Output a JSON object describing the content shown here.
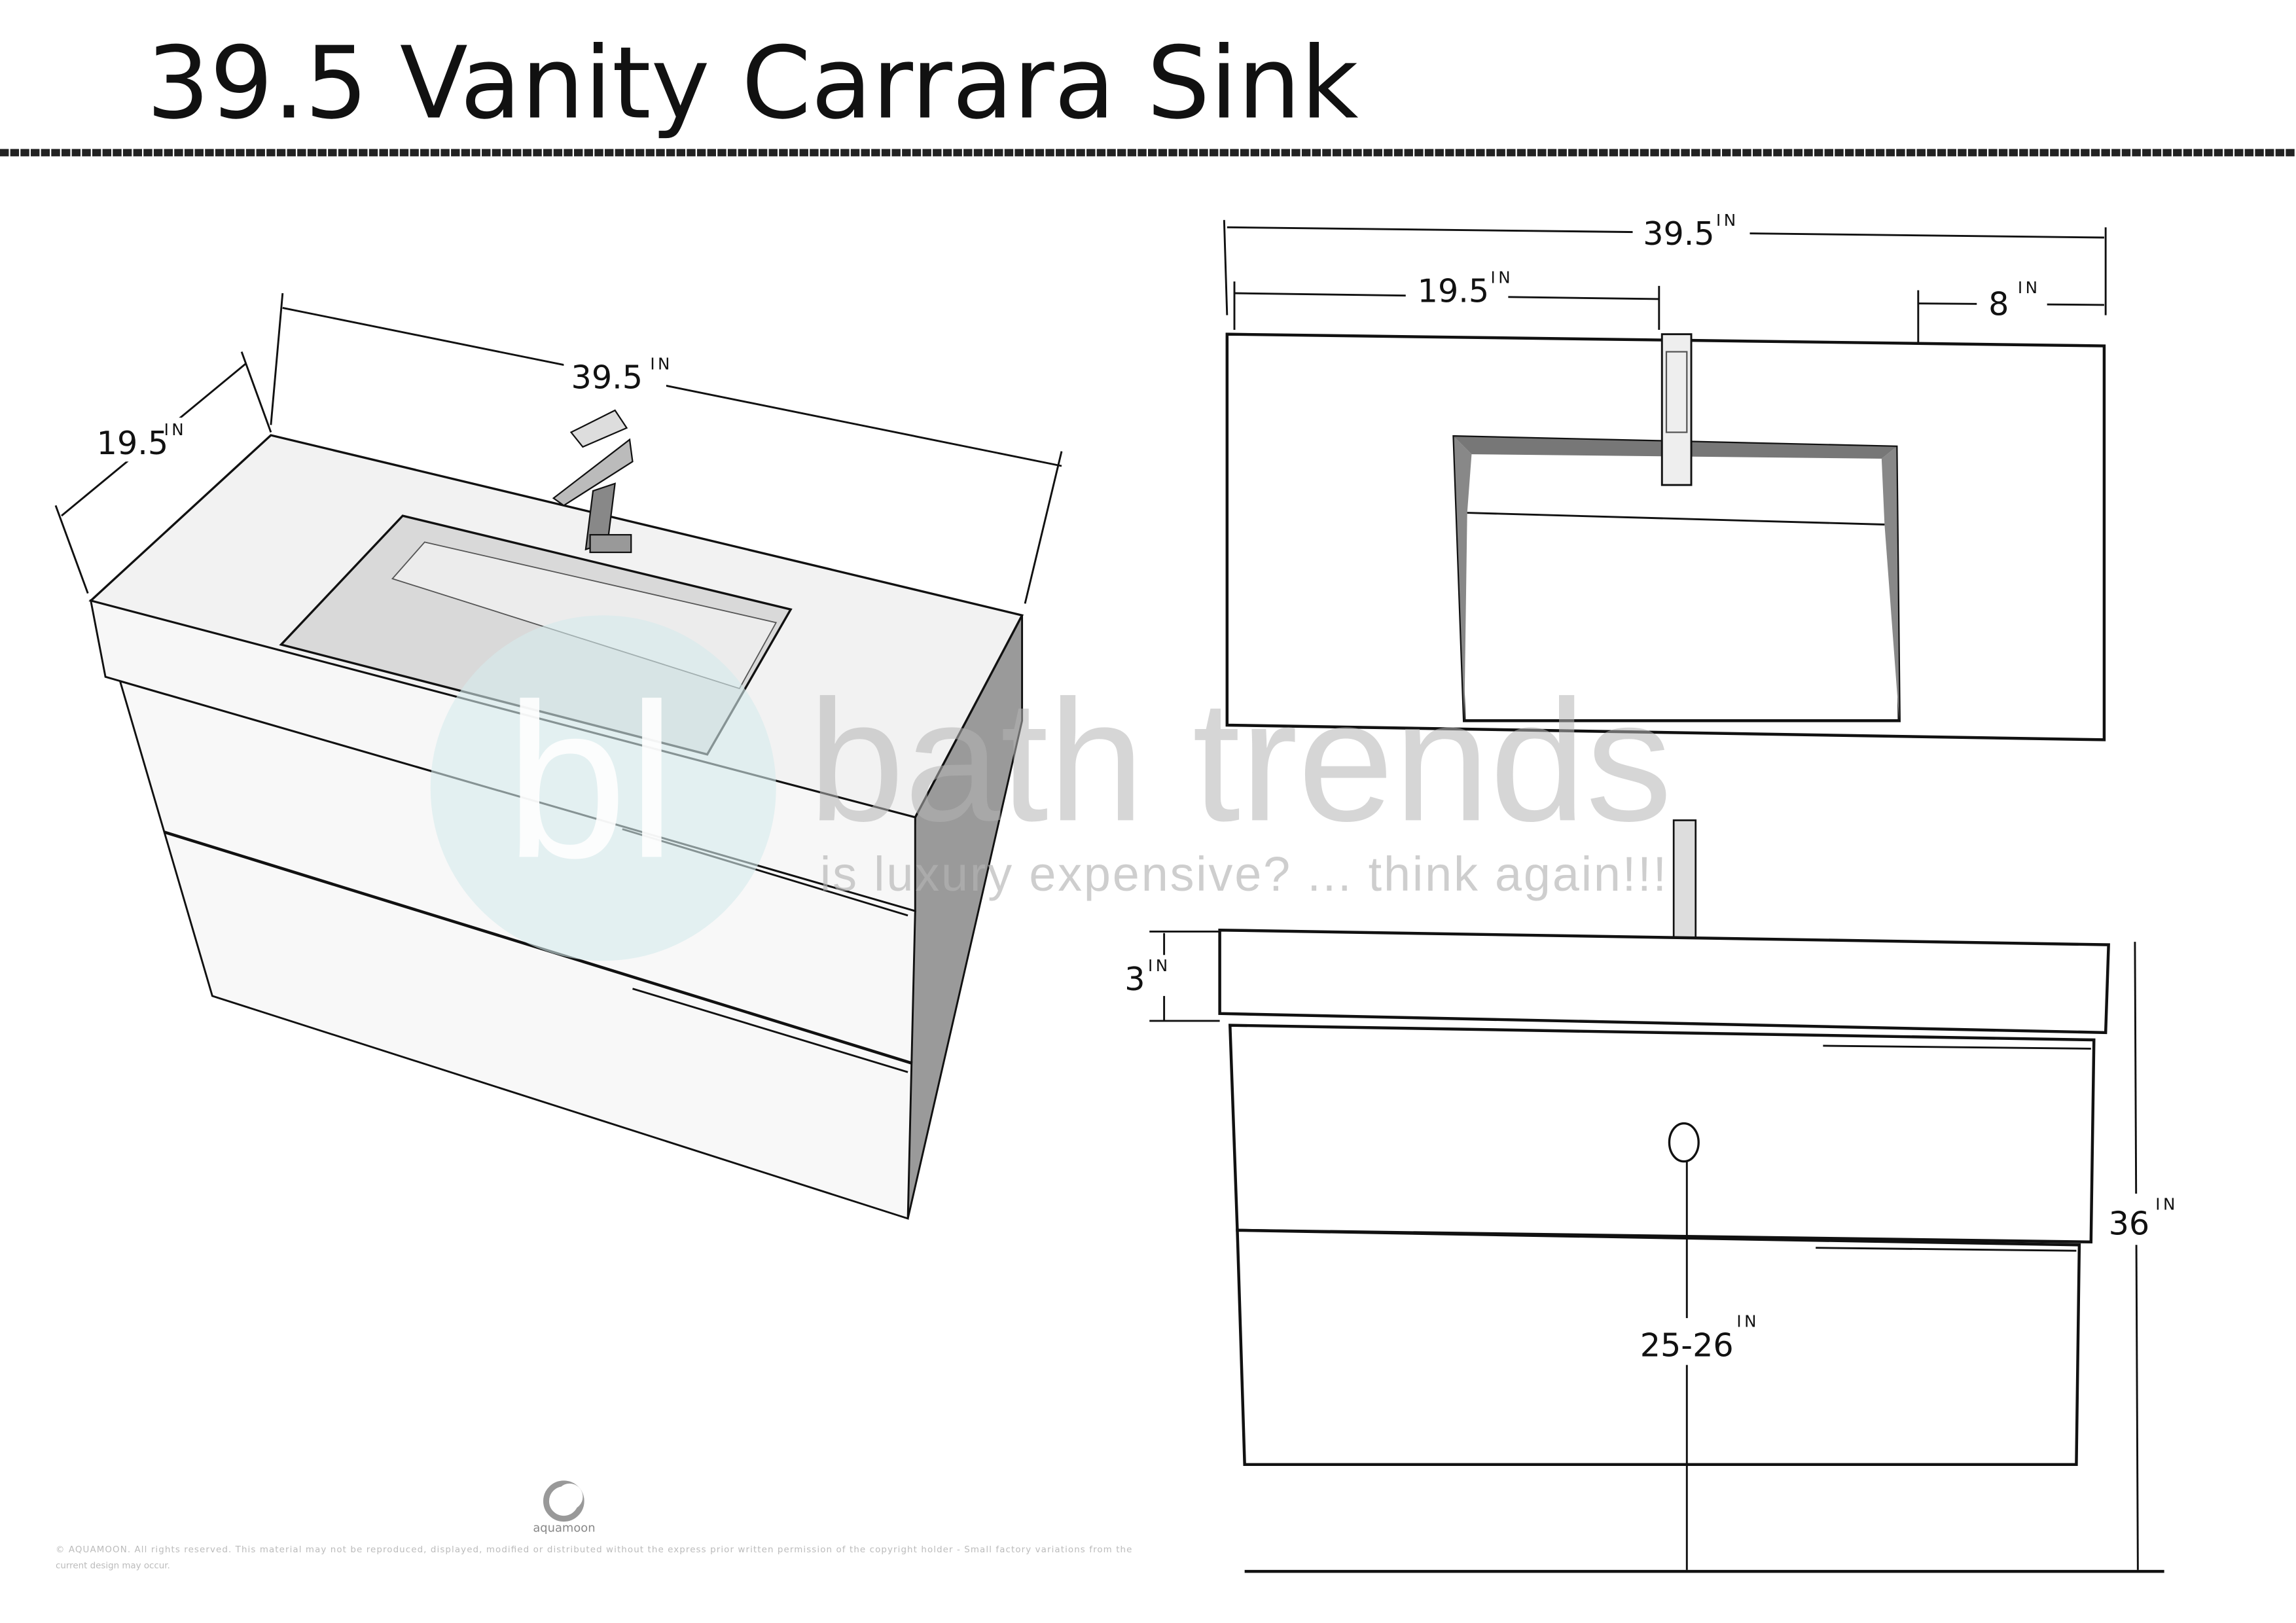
{
  "title": "39.5 Vanity Carrara Sink",
  "unit": "IN",
  "iso_view": {
    "width": "39.5",
    "depth": "19.5"
  },
  "top_view": {
    "width": "39.5",
    "faucet_offset": "19.5",
    "right_offset": "8"
  },
  "front_view": {
    "counter_height": "3",
    "total_height": "36",
    "drain_height": "25-26"
  },
  "watermark": {
    "logo_letters": "bl",
    "brand": "bath trends",
    "tagline": "is luxury expensive? ... think again!!!",
    "accent_color": "#d6ebec"
  },
  "footer": {
    "logo_text": "aquamoon",
    "copyright": "© AQUAMOON. All rights reserved. This material may not be reproduced, displayed, modified or distributed without the express prior written permission of the copyright holder - Small factory variations from the",
    "copyright_line2": "current design may occur."
  }
}
